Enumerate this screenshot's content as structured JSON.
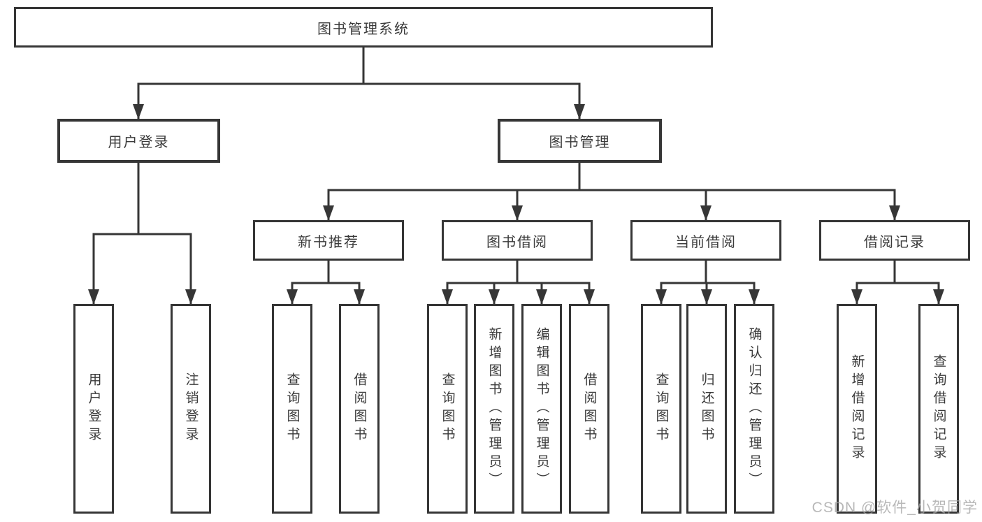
{
  "diagram": {
    "root": {
      "label": "图书管理系统",
      "children": [
        {
          "label": "用户登录",
          "children": [
            {
              "label": "用户登录"
            },
            {
              "label": "注销登录"
            }
          ]
        },
        {
          "label": "图书管理",
          "children": [
            {
              "label": "新书推荐",
              "children": [
                {
                  "label": "查询图书"
                },
                {
                  "label": "借阅图书"
                }
              ]
            },
            {
              "label": "图书借阅",
              "children": [
                {
                  "label": "查询图书"
                },
                {
                  "label": "新增图书（管理员）"
                },
                {
                  "label": "编辑图书（管理员）"
                },
                {
                  "label": "借阅图书"
                }
              ]
            },
            {
              "label": "当前借阅",
              "children": [
                {
                  "label": "查询图书"
                },
                {
                  "label": "归还图书"
                },
                {
                  "label": "确认归还（管理员）"
                }
              ]
            },
            {
              "label": "借阅记录",
              "children": [
                {
                  "label": "新增借阅记录"
                },
                {
                  "label": "查询借阅记录"
                }
              ]
            }
          ]
        }
      ]
    }
  },
  "watermark": {
    "text": "CSDN @软件_小贺同学"
  },
  "colors": {
    "line": "#363636",
    "box_border": "#363636",
    "text": "#3a3a3a",
    "watermark": "#bdbdbd",
    "background": "#ffffff"
  }
}
